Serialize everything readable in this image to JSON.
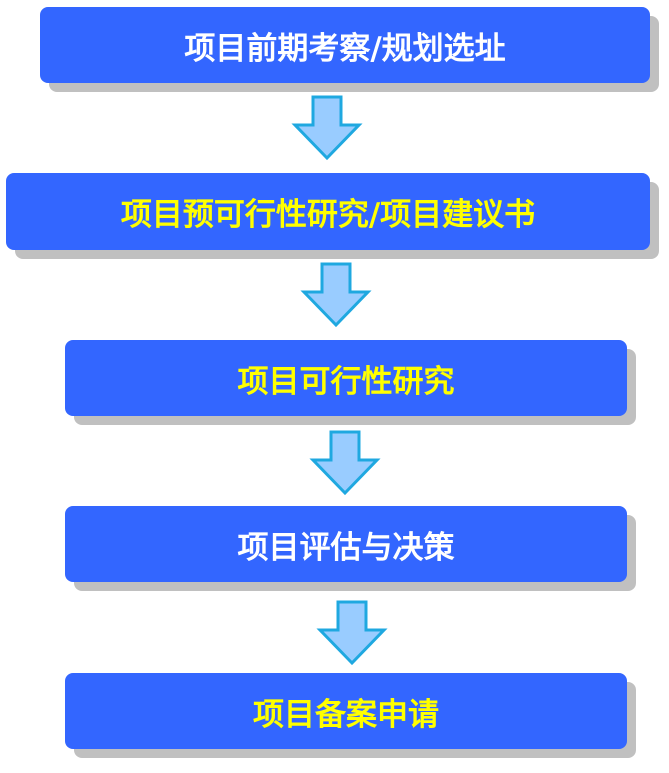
{
  "colors": {
    "box": "#3366ff",
    "shadow": "#c0c0c0",
    "arrow_fill": "#99ccff",
    "arrow_stroke": "#1fa8e0",
    "text_white": "#ffffff",
    "text_yellow": "#ffff00"
  },
  "steps": [
    {
      "label": "项目前期考察/规划选址",
      "text_color": "#ffffff"
    },
    {
      "label": "项目预可行性研究/项目建议书",
      "text_color": "#ffff00"
    },
    {
      "label": "项目可行性研究",
      "text_color": "#ffff00"
    },
    {
      "label": "项目评估与决策",
      "text_color": "#ffffff"
    },
    {
      "label": "项目备案申请",
      "text_color": "#ffff00"
    }
  ]
}
